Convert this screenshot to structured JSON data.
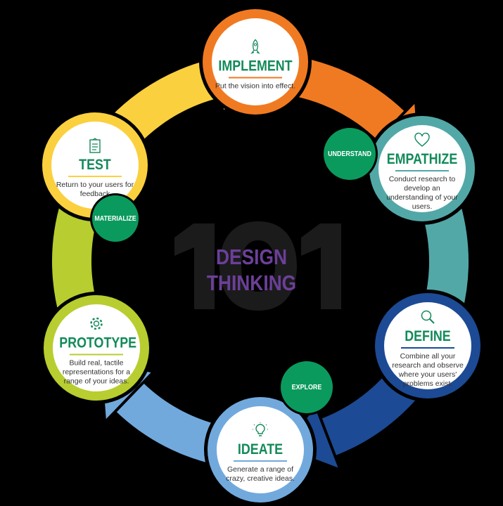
{
  "center": {
    "background_number": "101",
    "title_line1": "DESIGN",
    "title_line2": "THINKING"
  },
  "stages": [
    {
      "name": "IMPLEMENT",
      "description": "Put the vision into effect.",
      "icon": "rocket-icon",
      "color": "#f07a22"
    },
    {
      "name": "EMPATHIZE",
      "description": "Conduct research to develop an understanding of your users.",
      "icon": "heart-icon",
      "color": "#52a8a7"
    },
    {
      "name": "DEFINE",
      "description": "Combine all your research and observe where your users' problems exist.",
      "icon": "magnifier-icon",
      "color": "#1d4a94"
    },
    {
      "name": "IDEATE",
      "description": "Generate a range of crazy, creative ideas.",
      "icon": "lightbulb-icon",
      "color": "#72a9dd"
    },
    {
      "name": "PROTOTYPE",
      "description": "Build real, tactile representations for a range of your ideas.",
      "icon": "gear-icon",
      "color": "#b8cd2f"
    },
    {
      "name": "TEST",
      "description": "Return to your users for feedback",
      "icon": "clipboard-icon",
      "color": "#fbd03f"
    }
  ],
  "badges": [
    {
      "label": "UNDERSTAND"
    },
    {
      "label": "MATERIALIZE"
    },
    {
      "label": "EXPLORE"
    }
  ],
  "colors": {
    "badge": "#0b9a5d",
    "title_green": "#138a5a",
    "purple": "#6c3f99"
  }
}
